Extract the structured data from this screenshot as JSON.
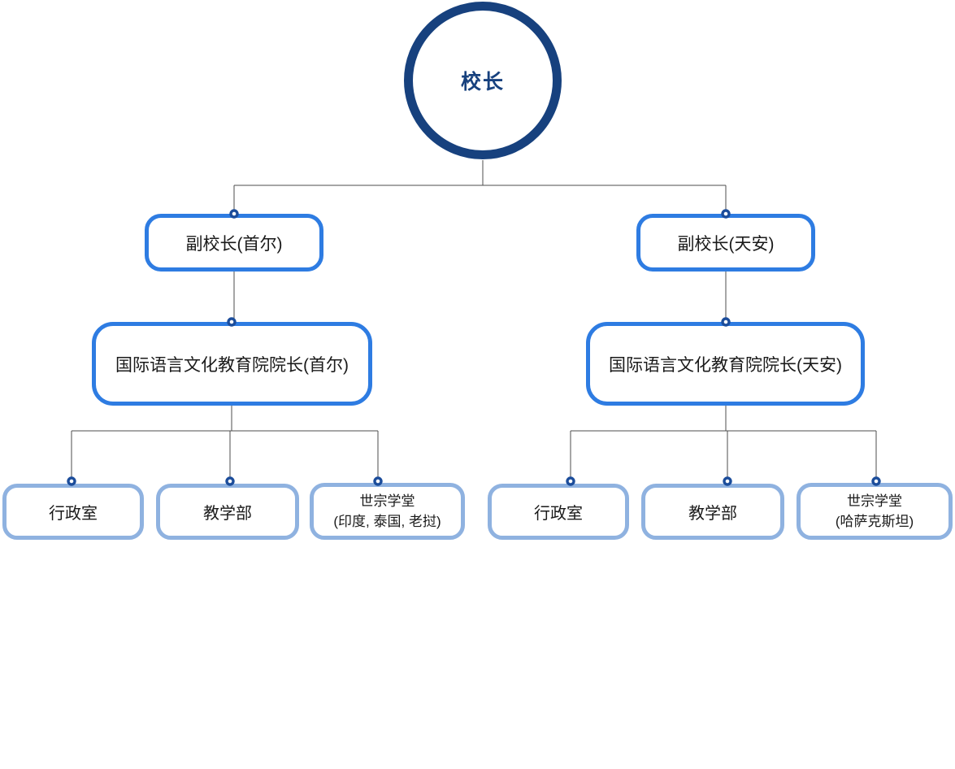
{
  "palette": {
    "background": "#ffffff",
    "root_border": "#17417e",
    "root_text": "#17417e",
    "branch_border": "#2e7ce2",
    "department_border": "#8fb2e0",
    "node_text": "#1a1a1a",
    "connector_line": "#4d4d4d",
    "dot_ring": "#1c4d9b",
    "dot_fill": "#ffffff"
  },
  "org_chart": {
    "root": {
      "label": "校长"
    },
    "branches": [
      {
        "vice_principal": {
          "label": "副校长(首尔)"
        },
        "dean": {
          "label": "国际语言文化教育院院长(首尔)"
        },
        "departments": [
          {
            "label": "行政室"
          },
          {
            "label": "教学部"
          },
          {
            "label": "世宗学堂",
            "sublabel": "(印度, 泰国, 老挝)"
          }
        ]
      },
      {
        "vice_principal": {
          "label": "副校长(天安)"
        },
        "dean": {
          "label": "国际语言文化教育院院长(天安)"
        },
        "departments": [
          {
            "label": "行政室"
          },
          {
            "label": "教学部"
          },
          {
            "label": "世宗学堂",
            "sublabel": "(哈萨克斯坦)"
          }
        ]
      }
    ]
  }
}
